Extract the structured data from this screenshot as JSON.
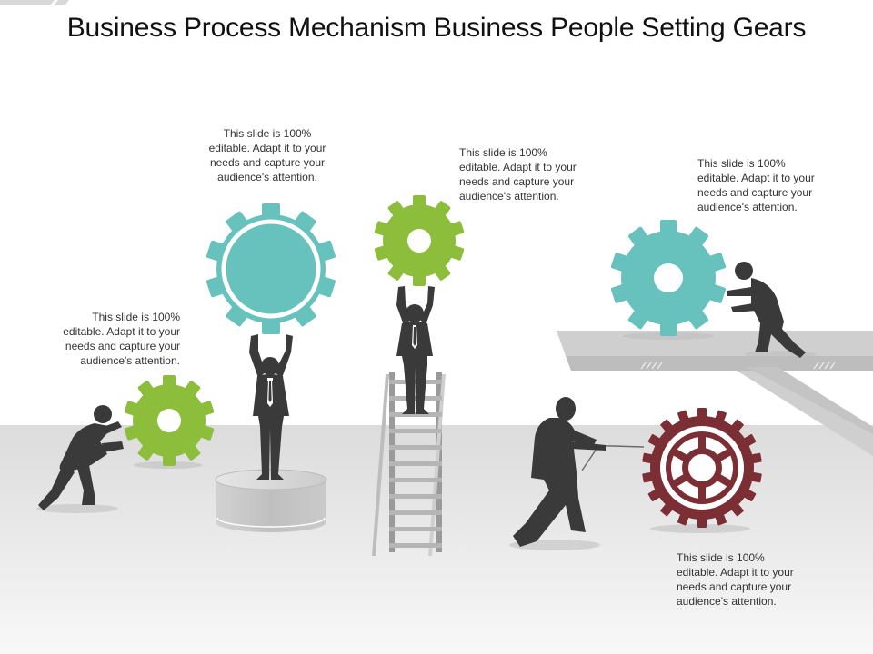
{
  "title": "Business Process Mechanism Business People Setting Gears",
  "notes": [
    {
      "text": "This slide is 100%\neditable. Adapt it to your\nneeds and capture your\naudience's attention."
    },
    {
      "text": "This slide is 100%\neditable. Adapt it to your\nneeds and capture your\naudience's attention."
    },
    {
      "text": "This slide is 100%\neditable. Adapt it to your\nneeds and capture your\naudience's attention."
    },
    {
      "text": "This slide is 100%\neditable. Adapt it to your\nneeds and capture your\naudience's attention."
    },
    {
      "text": "This slide is 100%\neditable. Adapt it to your\nneeds and capture your\naudience's attention."
    }
  ],
  "colors": {
    "teal": "#67c2bd",
    "green": "#8cbe3c",
    "maroon": "#7b2e34",
    "figure": "#3a3a3a",
    "floor": "#e4e4e4",
    "platform": "#cfcfcf"
  },
  "icons": [
    "gear-icon",
    "businessman-icon",
    "ladder-icon",
    "pedestal-icon",
    "platform-icon"
  ]
}
